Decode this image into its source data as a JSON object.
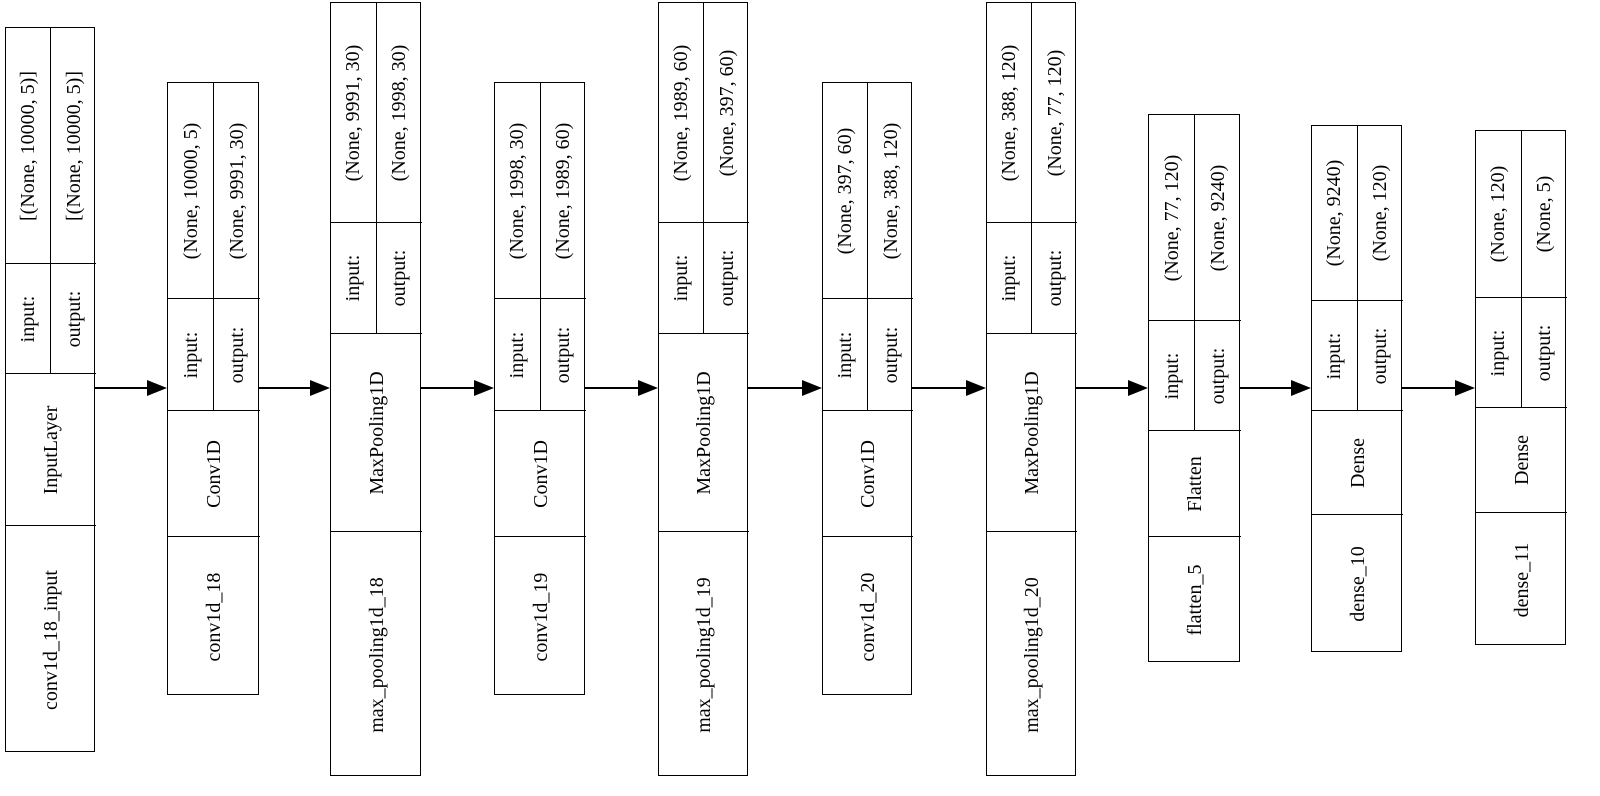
{
  "diagram": {
    "layers": [
      {
        "name": "conv1d_18_input",
        "type": "InputLayer",
        "input_label": "input:",
        "output_label": "output:",
        "input_shape": "[(None, 10000, 5)]",
        "output_shape": "[(None, 10000, 5)]"
      },
      {
        "name": "conv1d_18",
        "type": "Conv1D",
        "input_label": "input:",
        "output_label": "output:",
        "input_shape": "(None, 10000, 5)",
        "output_shape": "(None, 9991, 30)"
      },
      {
        "name": "max_pooling1d_18",
        "type": "MaxPooling1D",
        "input_label": "input:",
        "output_label": "output:",
        "input_shape": "(None, 9991, 30)",
        "output_shape": "(None, 1998, 30)"
      },
      {
        "name": "conv1d_19",
        "type": "Conv1D",
        "input_label": "input:",
        "output_label": "output:",
        "input_shape": "(None, 1998, 30)",
        "output_shape": "(None, 1989, 60)"
      },
      {
        "name": "max_pooling1d_19",
        "type": "MaxPooling1D",
        "input_label": "input:",
        "output_label": "output:",
        "input_shape": "(None, 1989, 60)",
        "output_shape": "(None, 397, 60)"
      },
      {
        "name": "conv1d_20",
        "type": "Conv1D",
        "input_label": "input:",
        "output_label": "output:",
        "input_shape": "(None, 397, 60)",
        "output_shape": "(None, 388, 120)"
      },
      {
        "name": "max_pooling1d_20",
        "type": "MaxPooling1D",
        "input_label": "input:",
        "output_label": "output:",
        "input_shape": "(None, 388, 120)",
        "output_shape": "(None, 77, 120)"
      },
      {
        "name": "flatten_5",
        "type": "Flatten",
        "input_label": "input:",
        "output_label": "output:",
        "input_shape": "(None, 77, 120)",
        "output_shape": "(None, 9240)"
      },
      {
        "name": "dense_10",
        "type": "Dense",
        "input_label": "input:",
        "output_label": "output:",
        "input_shape": "(None, 9240)",
        "output_shape": "(None, 120)"
      },
      {
        "name": "dense_11",
        "type": "Dense",
        "input_label": "input:",
        "output_label": "output:",
        "input_shape": "(None, 120)",
        "output_shape": "(None, 5)"
      }
    ]
  }
}
